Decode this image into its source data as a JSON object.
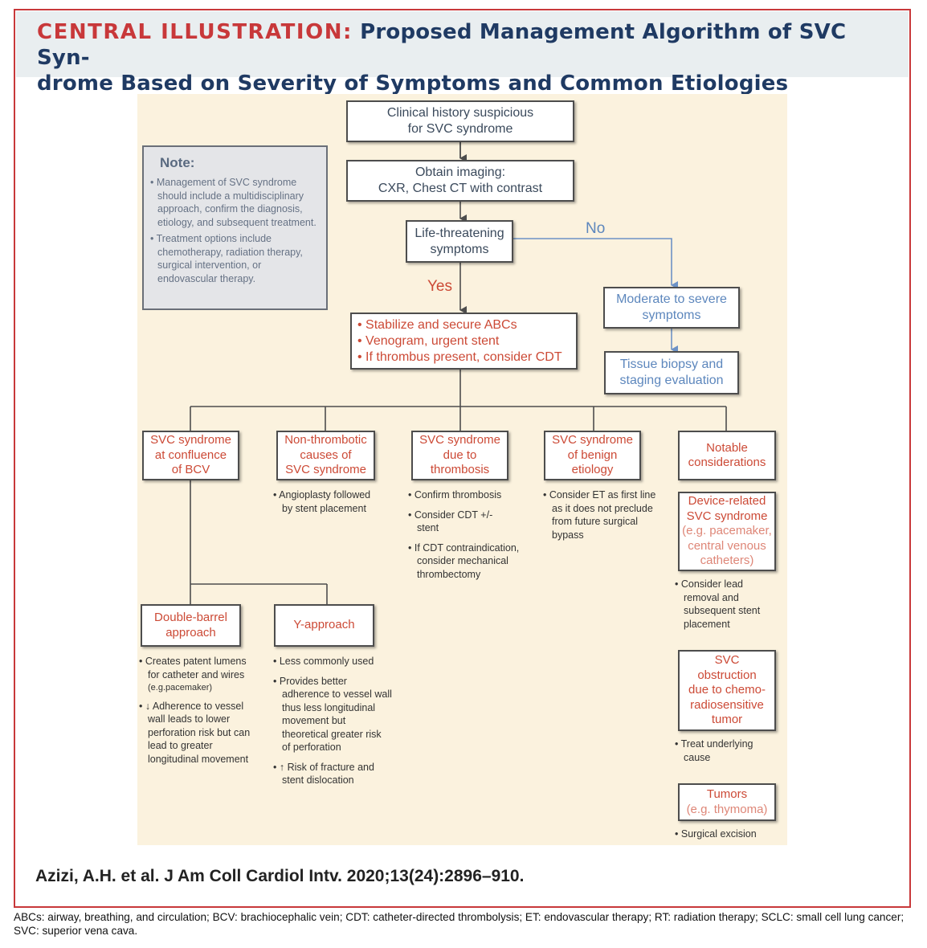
{
  "header": {
    "prefix": "CENTRAL ILLUSTRATION:",
    "title": "Proposed Management Algorithm of SVC Syn-drome Based on Severity of Symptoms and Common Etiologies",
    "line1": "Proposed Management Algorithm of SVC Syn-",
    "line2": "drome Based on Severity of Symptoms and Common Etiologies"
  },
  "colors": {
    "accent_red": "#c8383a",
    "title_blue": "#1f3a63",
    "box_red_text": "#cc4a36",
    "blue_text": "#5d87bd",
    "panel_bg": "#fbf2de"
  },
  "note": {
    "title": "Note:",
    "items": [
      "Management of SVC syndrome should include a multidisciplinary approach, confirm the diagnosis, etiology, and subsequent treatment.",
      "Treatment options include chemotherapy, radiation therapy, surgical intervention, or endovascular therapy."
    ]
  },
  "flow": {
    "clinical_history": [
      "Clinical history suspicious",
      "for SVC syndrome"
    ],
    "imaging": [
      "Obtain imaging:",
      "CXR, Chest CT with contrast"
    ],
    "life_threatening": [
      "Life-threatening",
      "symptoms"
    ],
    "no_label": "No",
    "yes_label": "Yes",
    "stabilize": [
      "• Stabilize and secure ABCs",
      "• Venogram, urgent stent",
      "• If thrombus present, consider CDT"
    ],
    "moderate": [
      "Moderate to severe",
      "symptoms"
    ],
    "tissue": [
      "Tissue biopsy and",
      "staging evaluation"
    ]
  },
  "branches": {
    "confluence": {
      "title": [
        "SVC syndrome",
        "at confluence",
        "of BCV"
      ]
    },
    "nonthrombotic": {
      "title": [
        "Non-thrombotic",
        "causes of",
        "SVC syndrome"
      ],
      "bullets": [
        "Angioplasty followed by stent placement"
      ]
    },
    "thrombosis": {
      "title": [
        "SVC syndrome",
        "due to",
        "thrombosis"
      ],
      "bullets": [
        "Confirm thrombosis",
        "Consider CDT +/- stent",
        "If CDT contraindication, consider mechanical thrombectomy"
      ]
    },
    "benign": {
      "title": [
        "SVC syndrome",
        "of benign",
        "etiology"
      ],
      "bullets": [
        "Consider ET as first line as it does not preclude from future surgical bypass"
      ]
    },
    "notable": {
      "title": [
        "Notable",
        "considerations"
      ]
    }
  },
  "sub": {
    "double_barrel": {
      "title": [
        "Double-barrel",
        "approach"
      ],
      "bullets": [
        "Creates patent lumens for catheter and wires",
        "(e.g.pacemaker)",
        "↓ Adherence to vessel wall leads to lower perforation risk but can lead to greater longitudinal movement"
      ]
    },
    "y_approach": {
      "title": [
        "Y-approach"
      ],
      "bullets": [
        "Less commonly used",
        "Provides better adherence to vessel wall thus less longitudinal movement but theoretical greater risk of perforation",
        "↑ Risk of fracture and stent dislocation"
      ]
    }
  },
  "notable_items": {
    "device": {
      "title": [
        "Device-related",
        "SVC syndrome"
      ],
      "subtitle": [
        "(e.g. pacemaker,",
        "central venous",
        "catheters)"
      ],
      "bullets": [
        "Consider lead removal and subsequent stent placement"
      ]
    },
    "chemo": {
      "title": [
        "SVC",
        "obstruction",
        "due to chemo-",
        "radiosensitive",
        "tumor"
      ],
      "bullets": [
        "Treat underlying cause"
      ]
    },
    "tumors": {
      "title": [
        "Tumors"
      ],
      "subtitle": [
        "(e.g. thymoma)"
      ],
      "bullets": [
        "Surgical excision"
      ]
    }
  },
  "citation": "Azizi, A.H. et al. J Am Coll Cardiol Intv. 2020;13(24):2896–910.",
  "footnote": "ABCs: airway, breathing, and circulation; BCV: brachiocephalic vein; CDT: catheter-directed thrombolysis; ET: endovascular therapy; RT: radiation therapy; SCLC: small cell lung cancer; SVC: superior vena cava."
}
